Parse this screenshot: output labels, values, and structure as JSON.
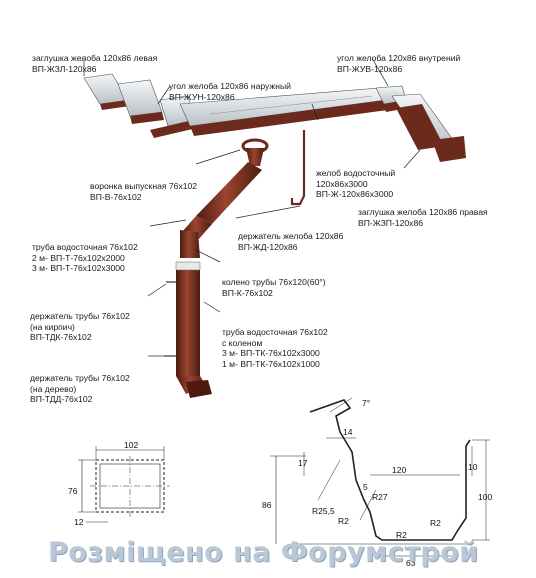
{
  "labels": {
    "plug_left": [
      "заглушка желоба 120х86 левая",
      "ВП-ЖЗЛ-120х86"
    ],
    "corner_outer": [
      "угол желоба 120х86 наружный",
      "ВП-ЖУН-120х86"
    ],
    "corner_inner": [
      "угол желоба 120х86 внутрений",
      "ВП-ЖУВ-120х86"
    ],
    "gutter": [
      "желоб водосточный",
      "120х86х3000",
      "ВП-Ж-120х86х3000"
    ],
    "plug_right": [
      "заглушка желоба 120х86 правая",
      "ВП-ЖЗП-120х86"
    ],
    "funnel": [
      "воронка выпускная 76х102",
      "ВП-В-76х102"
    ],
    "gutter_holder": [
      "держатель желоба 120х86",
      "ВП-ЖД-120х86"
    ],
    "pipe": [
      "труба водосточная 76х102",
      "2 м- ВП-Т-76х102х2000",
      "3 м- ВП-Т-76х102х3000"
    ],
    "elbow": [
      "колено трубы 76х120(60°)",
      "ВП-К-76х102"
    ],
    "holder_brick": [
      "держатель трубы 76х102",
      "(на кирпич)",
      "ВП-ТДК-76х102"
    ],
    "pipe_elbow": [
      "труба водосточная 76х102",
      "с коленом",
      "3 м- ВП-ТК-76х102х3000",
      "1 м- ВП-ТК-76х102х1000"
    ],
    "holder_wood": [
      "держатель трубы 76х102",
      "(на дерево)",
      "ВП-ТДД-76х102"
    ]
  },
  "pipe_section": {
    "width": "102",
    "height": "76",
    "bottom": "12"
  },
  "gutter_section": {
    "angle": "7°",
    "top": "14",
    "left": "17",
    "small": "5",
    "width": "120",
    "right_top": "10",
    "height_right": "100",
    "height_left": "86",
    "r1": "R25,5",
    "r2": "R27",
    "r3": "R2",
    "r4": "R2",
    "r5": "R2",
    "bottom": "63"
  },
  "watermark": "Розміщено на Форумстрой",
  "colors": {
    "brown": "#6b2a1c",
    "brown_light": "#8d3c2a",
    "white_metal": "#eceff1"
  }
}
